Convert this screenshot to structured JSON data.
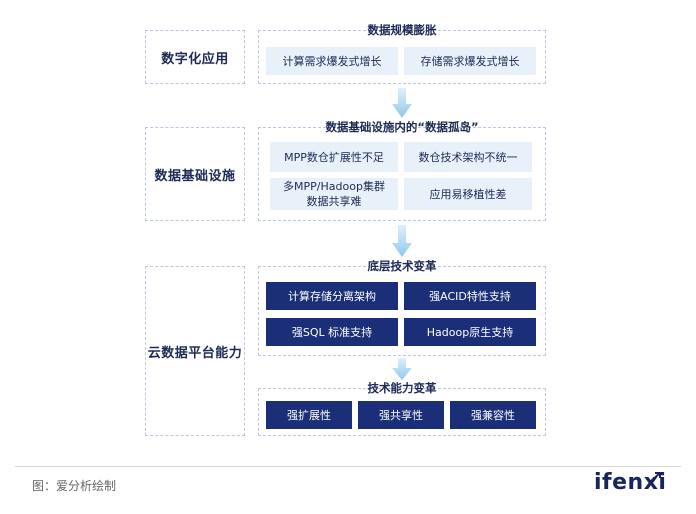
{
  "rows": {
    "digital_app": "数字化应用",
    "data_infra": "数据基础设施",
    "cloud_platform": "云数据平台能力"
  },
  "sections": {
    "s1": {
      "title": "数据规模膨胀",
      "items": [
        "计算需求爆发式增长",
        "存储需求爆发式增长"
      ]
    },
    "s2": {
      "title": "数据基础设施内的“数据孤岛”",
      "items": [
        "MPP数仓扩展性不足",
        "数仓技术架构不统一",
        "多MPP/Hadoop集群\n数据共享难",
        "应用易移植性差"
      ]
    },
    "s3": {
      "title": "底层技术变革",
      "items": [
        "计算存储分离架构",
        "强ACID特性支持",
        "强SQL 标准支持",
        "Hadoop原生支持"
      ]
    },
    "s4": {
      "title": "技术能力变革",
      "items": [
        "强扩展性",
        "强共享性",
        "强兼容性"
      ]
    }
  },
  "footer": {
    "caption": "图：爱分析绘制",
    "logo": "ifenxi"
  },
  "colors": {
    "dark_box": "#1a2f78",
    "light_box": "#e8f0f9",
    "dashed_border": "#b9c9de",
    "arrow": "#9fd0ef"
  }
}
